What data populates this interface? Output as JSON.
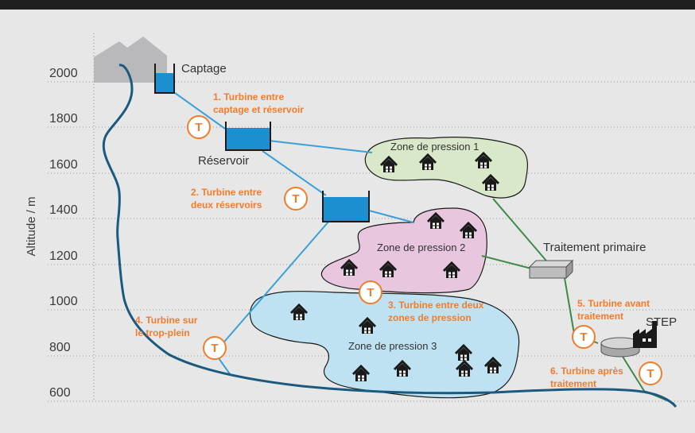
{
  "axis": {
    "label": "Altitude / m",
    "ticks": [
      "2000",
      "1800",
      "1600",
      "1400",
      "1200",
      "1000",
      "800",
      "600"
    ]
  },
  "labels": {
    "captage": "Captage",
    "reservoir": "Réservoir",
    "zone1": "Zone de pression 1",
    "zone2": "Zone de pression 2",
    "zone3": "Zone de pression 3",
    "traitement": "Traitement primaire",
    "step": "STEP"
  },
  "turbine_letter": "T",
  "turbines": [
    {
      "line1": "1. Turbine entre",
      "line2": "captage et réservoir"
    },
    {
      "line1": "2. Turbine entre",
      "line2": "deux réservoirs"
    },
    {
      "line1": "3. Turbine entre deux",
      "line2": "zones de pression"
    },
    {
      "line1": "4. Turbine sur",
      "line2": "le trop-plein"
    },
    {
      "line1": "5. Turbine avant",
      "line2": "traitement"
    },
    {
      "line1": "6. Turbine après",
      "line2": "traitement"
    }
  ],
  "colors": {
    "water": "#1b8fd0",
    "pipe": "#3aa0d8",
    "river": "#1b5a7e",
    "sewer": "#3d8a46",
    "turbine": "#ef7d2e",
    "zone1": "#d9e8c9",
    "zone2": "#e8c6de",
    "zone3": "#bfe2f2",
    "house": "#1a1a1a"
  }
}
